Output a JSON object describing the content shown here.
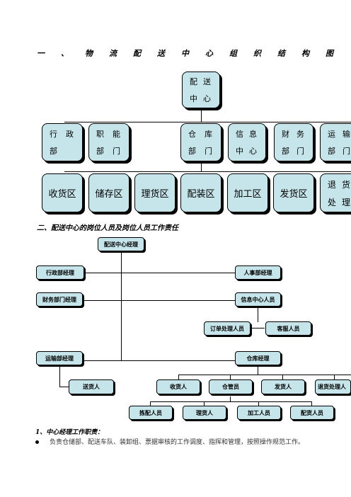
{
  "heading1_chars": [
    "一",
    "、",
    "物",
    "流",
    "配",
    "送",
    "中",
    "心",
    "组",
    "织",
    "结",
    "构",
    "图"
  ],
  "chart1": {
    "root": {
      "l1": [
        "配",
        "送"
      ],
      "l2": [
        "中",
        "心"
      ]
    },
    "departments": [
      {
        "l1": [
          "行",
          "政"
        ],
        "l2": [
          "部"
        ]
      },
      {
        "l1": [
          "职",
          "能"
        ],
        "l2": [
          "部",
          "门"
        ]
      },
      {
        "l1": [
          "仓",
          "库"
        ],
        "l2": [
          "部",
          "门"
        ]
      },
      {
        "l1": [
          "信",
          "息"
        ],
        "l2": [
          "中",
          "心"
        ]
      },
      {
        "l1": [
          "财",
          "务"
        ],
        "l2": [
          "部",
          "门"
        ]
      },
      {
        "l1": [
          "运",
          "输"
        ],
        "l2": [
          "部",
          "门"
        ]
      }
    ],
    "areas": [
      "收货区",
      "储存区",
      "理货区",
      "配装区",
      "加工区",
      "发货区"
    ],
    "area_last": {
      "l1": [
        "退",
        "货"
      ],
      "l2": [
        "处",
        "理"
      ]
    }
  },
  "heading2": "二、配送中心的岗位人员及岗位人员工作责任",
  "chart2": {
    "manager": "配送中心经理",
    "admin": "行政部经理",
    "hr": "人事部经理",
    "finance": "财务部门经理",
    "info": "信息中心人员",
    "order": "订单处理人员",
    "service": "客服人员",
    "transport": "运输部经理",
    "warehouse": "仓库经理",
    "delivery": "送货人",
    "receiver": "收货人",
    "keeper": "仓管员",
    "shipper": "发货人",
    "returns": "退货处理人",
    "picker": "拣配人员",
    "sorter": "理货人",
    "processor": "加工人员",
    "loader": "配货人员"
  },
  "section1_title": "1、中心经理工作职责：",
  "bullet1": "负责仓储部、配送车队、装卸组、票据审核的工作调度、指挥和管理，按照操作规范工作。"
}
